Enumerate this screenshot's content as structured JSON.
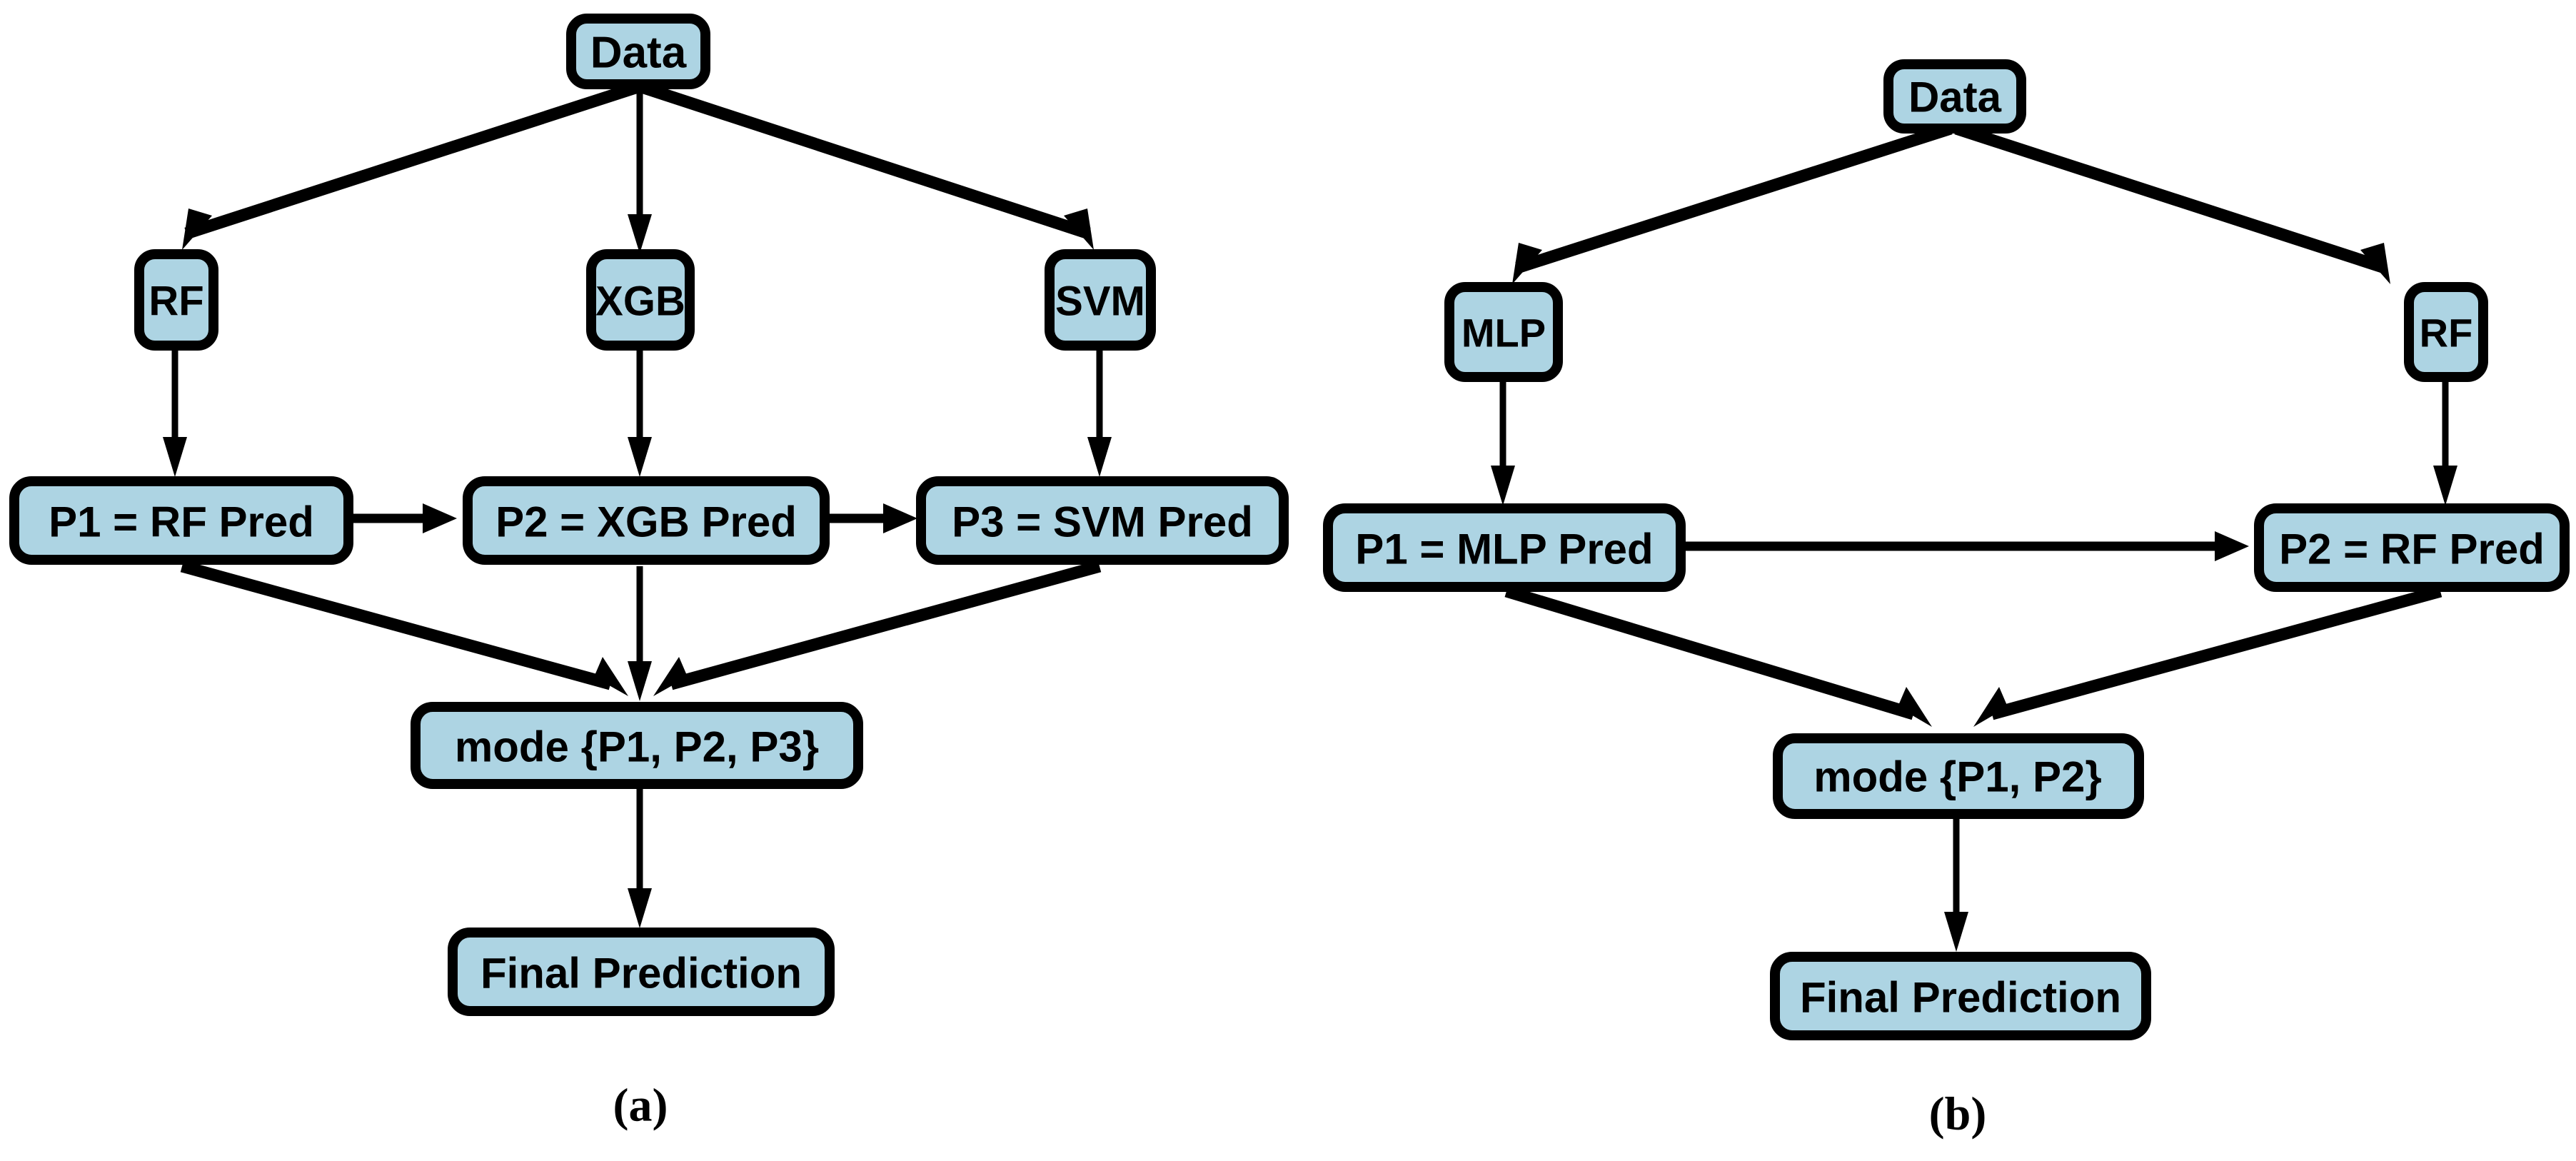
{
  "figure": {
    "background_color": "#ffffff",
    "node_fill_color": "#ADD4E3",
    "node_border_color": "#000000",
    "edge_color": "#000000"
  },
  "panels": [
    {
      "id": "panel-a",
      "caption": "(a)",
      "nodes": {
        "data": "Data",
        "model1": "RF",
        "model2": "XGB",
        "model3": "SVM",
        "pred1": "P1 = RF Pred",
        "pred2": "P2 = XGB Pred",
        "pred3": "P3 = SVM Pred",
        "mode": "mode {P1, P2, P3}",
        "final": "Final Prediction"
      }
    },
    {
      "id": "panel-b",
      "caption": "(b)",
      "nodes": {
        "data": "Data",
        "model1": "MLP",
        "model2": "RF",
        "pred1": "P1 = MLP Pred",
        "pred2": "P2 = RF Pred",
        "mode": "mode {P1, P2}",
        "final": "Final Prediction"
      }
    }
  ]
}
